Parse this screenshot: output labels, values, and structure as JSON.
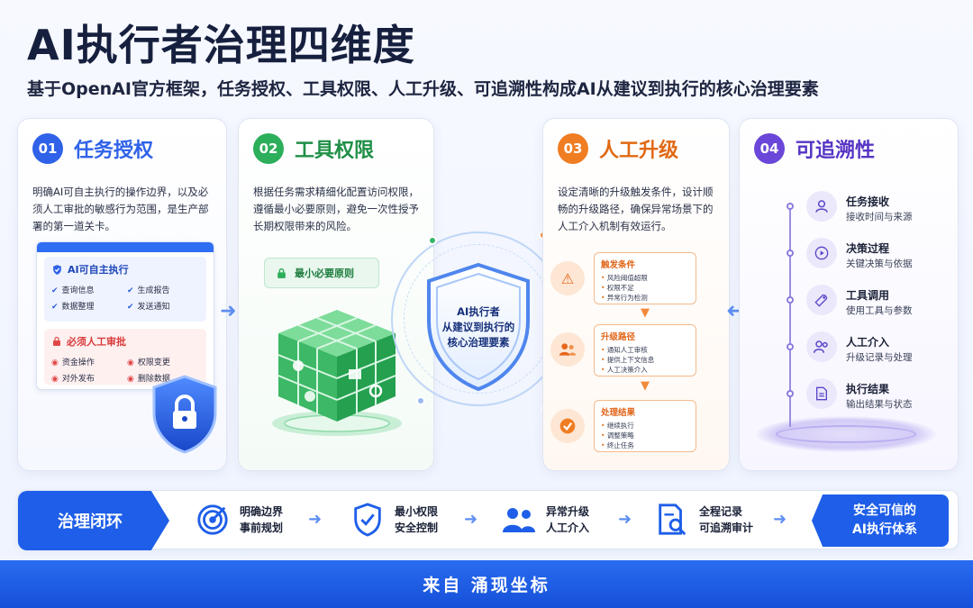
{
  "header": {
    "title": "AI执行者治理四维度",
    "subtitle": "基于OpenAI官方框架，任务授权、工具权限、人工升级、可追溯性构成AI从建议到执行的核心治理要素"
  },
  "cards": [
    {
      "num": "01",
      "title": "任务授权",
      "color": "#2f62e8",
      "desc": "明确AI可自主执行的操作边界，以及必须人工审批的敏感行为范围，是生产部署的第一道关卡。",
      "auto": {
        "title": "AI可自主执行",
        "items": [
          "查询信息",
          "生成报告",
          "数据整理",
          "发送通知"
        ]
      },
      "manual": {
        "title": "必须人工审批",
        "items": [
          "资金操作",
          "权限变更",
          "对外发布",
          "删除数据"
        ]
      }
    },
    {
      "num": "02",
      "title": "工具权限",
      "color": "#2cae5a",
      "desc": "根据任务需求精细化配置访问权限，遵循最小必要原则，避免一次性授予长期权限带来的风险。",
      "badge": "最小必要原则"
    },
    {
      "num": "03",
      "title": "人工升级",
      "color": "#f07d22",
      "desc": "设定清晰的升级触发条件，设计顺畅的升级路径，确保异常场景下的人工介入机制有效运行。",
      "flow": [
        {
          "title": "触发条件",
          "items": [
            "风险阈值超限",
            "权限不足",
            "异常行为检测"
          ]
        },
        {
          "title": "升级路径",
          "items": [
            "通知人工审核",
            "提供上下文信息",
            "人工决策介入"
          ]
        },
        {
          "title": "处理结果",
          "items": [
            "继续执行",
            "调整策略",
            "终止任务"
          ]
        }
      ]
    },
    {
      "num": "04",
      "title": "可追溯性",
      "color": "#6a47d8",
      "timeline": [
        {
          "title": "任务接收",
          "sub": "接收时间与来源",
          "icon": "user-icon"
        },
        {
          "title": "决策过程",
          "sub": "关键决策与依据",
          "icon": "play-icon"
        },
        {
          "title": "工具调用",
          "sub": "使用工具与参数",
          "icon": "wrench-icon"
        },
        {
          "title": "人工介入",
          "sub": "升级记录与处理",
          "icon": "users-icon"
        },
        {
          "title": "执行结果",
          "sub": "输出结果与状态",
          "icon": "document-icon"
        }
      ]
    }
  ],
  "center": {
    "line1": "AI执行者",
    "line2": "从建议到执行的",
    "line3": "核心治理要素"
  },
  "loop": {
    "tag": "治理闭环",
    "steps": [
      {
        "l1": "明确边界",
        "l2": "事前规划",
        "icon": "target-icon"
      },
      {
        "l1": "最小权限",
        "l2": "安全控制",
        "icon": "shield-check-icon"
      },
      {
        "l1": "异常升级",
        "l2": "人工介入",
        "icon": "people-icon"
      },
      {
        "l1": "全程记录",
        "l2": "可追溯审计",
        "icon": "search-document-icon"
      }
    ],
    "result": {
      "l1": "安全可信的",
      "l2": "AI执行体系"
    }
  },
  "footer": {
    "text": "来自 涌现坐标"
  },
  "colors": {
    "primary": "#1e5ee8",
    "green": "#2cae5a",
    "orange": "#f07d22",
    "purple": "#6a47d8",
    "danger": "#e04848"
  }
}
